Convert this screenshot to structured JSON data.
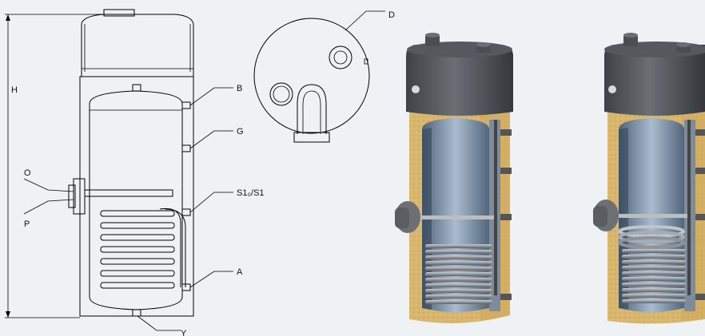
{
  "labels": {
    "H": "H",
    "B": "B",
    "G": "G",
    "O": "O",
    "P": "P",
    "S1": "S1₀/S1",
    "A": "A",
    "Y": "Y",
    "D": "D"
  },
  "colors": {
    "background": "#eef2f4",
    "lid": "#5a5d61",
    "insulation": "#d8b56a",
    "tank_interior": "#9fb3c9",
    "coil": "#8a9096",
    "tank_shell": "#6d7f92"
  },
  "icons": [
    "technical-drawing-side-view",
    "technical-drawing-top-view",
    "cutaway-single-coil",
    "cutaway-double-coil"
  ]
}
